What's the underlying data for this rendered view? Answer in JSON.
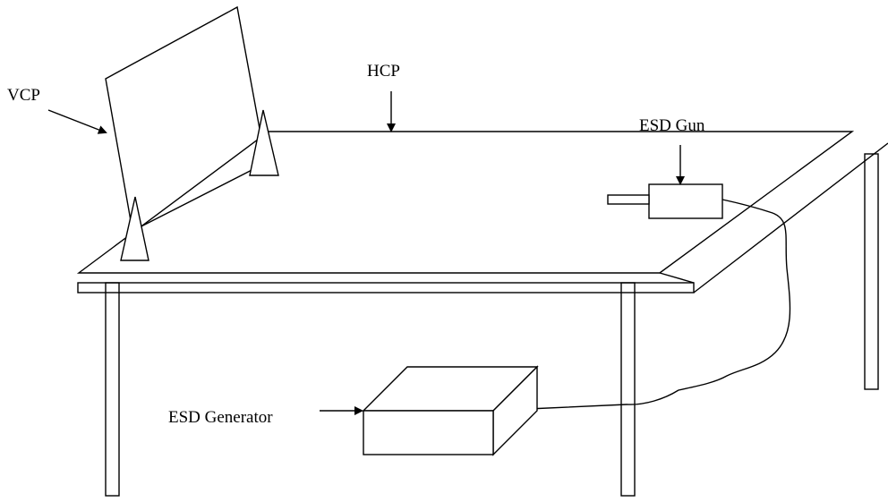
{
  "labels": {
    "vcp": "VCP",
    "hcp": "HCP",
    "esd_gun": "ESD Gun",
    "esd_generator": "ESD Generator"
  },
  "colors": {
    "stroke": "#000000",
    "background": "#ffffff"
  }
}
